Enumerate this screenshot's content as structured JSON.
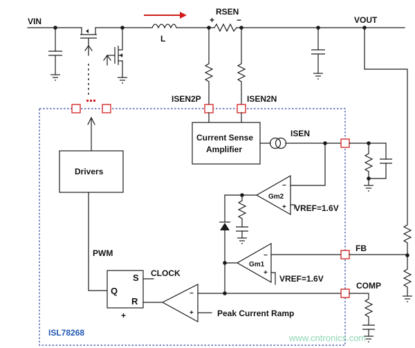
{
  "colors": {
    "wire": "#1a1a1a",
    "pin": "#d21c1c",
    "boundary": "#2a3fa0",
    "chip_label": "#1f55b4",
    "arrow": "#d21c1c"
  },
  "labels": {
    "vin": "VIN",
    "vout": "VOUT",
    "rsen": "RSEN",
    "rsen_plus": "+",
    "rsen_minus": "−",
    "inductor": "L",
    "isen2p": "ISEN2P",
    "isen2n": "ISEN2N",
    "csa_line1": "Current Sense",
    "csa_line2": "Amplifier",
    "isen": "ISEN",
    "drivers": "Drivers",
    "gm2": "Gm2",
    "gm1": "Gm1",
    "vref_top": "VREF=1.6V",
    "vref_bottom": "VREF=1.6V",
    "fb": "FB",
    "comp": "COMP",
    "pwm": "PWM",
    "clock": "CLOCK",
    "latch_s": "S",
    "latch_q": "Q",
    "latch_r": "R",
    "latch_plus": "+",
    "peak_ramp": "Peak Current Ramp",
    "chip_name": "ISL78268",
    "gm2_minus": "−",
    "gm2_plus": "+",
    "gm1_minus": "−",
    "gm1_plus": "+",
    "cmp_minus": "−",
    "cmp_plus": "+",
    "watermark": "www.cntronics.com"
  },
  "icons": {
    "inductor": "inductor-icon",
    "resistor": "resistor-icon",
    "capacitor": "capacitor-icon",
    "mosfet": "mosfet-icon",
    "diode": "diode-icon",
    "current_source": "current-source-icon",
    "ground": "ground-icon",
    "amplifier": "amplifier-icon",
    "pin": "pin-marker-icon",
    "arrow": "current-arrow-icon"
  }
}
